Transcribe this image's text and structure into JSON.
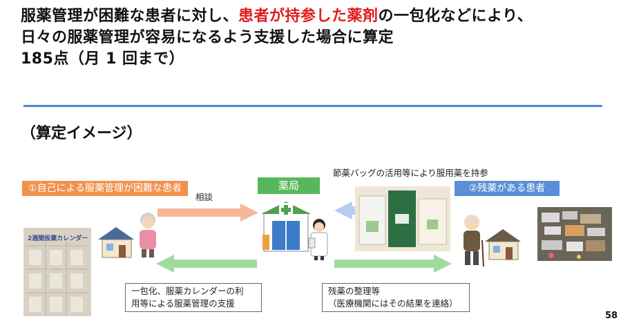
{
  "heading": {
    "line1_pre": "服薬管理が困難な患者に対し、",
    "line1_red": "患者が持参した薬剤",
    "line1_post": "の一包化などにより、",
    "line2": "日々の服薬管理が容易になるよう支援した場合に算定",
    "line3": "185点（月 1 回まで）"
  },
  "section_title": "（算定イメージ）",
  "diagram": {
    "patient_left_tag": "①自己による服薬管理が困難な患者",
    "patient_right_tag": "②残薬がある患者",
    "pharmacy_tag": "薬局",
    "consult_label": "相談",
    "bring_label": "節薬バッグの活用等により服用薬を持参",
    "support_box": {
      "line1": "一包化、服薬カレンダーの利",
      "line2": "用等による服薬管理の支援"
    },
    "organize_box": {
      "line1": "残薬の整理等",
      "line2": "（医療機関にはその結果を連絡）"
    },
    "calendar_photo_text": "2週間投薬カレンダー"
  },
  "page_number": "58",
  "colors": {
    "red": "#e01b1b",
    "orange": "#f2904e",
    "blue": "#5b8ed6",
    "green": "#57b75a",
    "divider": "#4a86d4"
  }
}
